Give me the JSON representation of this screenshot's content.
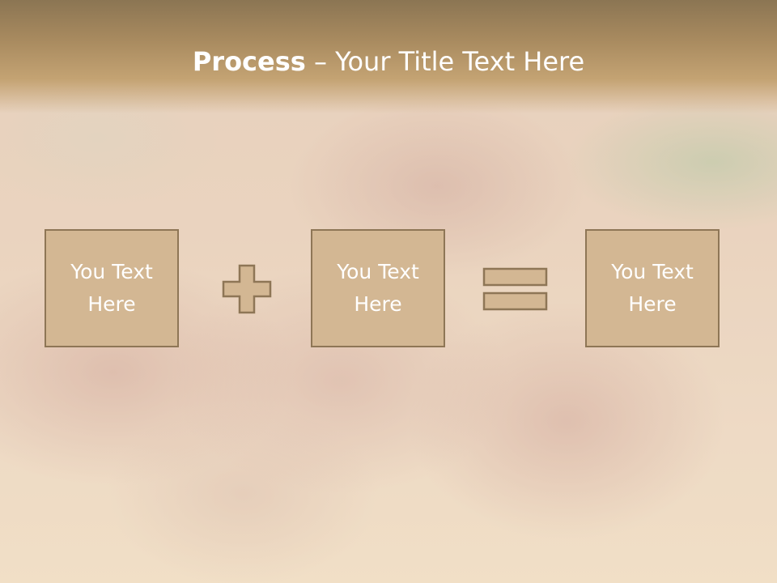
{
  "slide": {
    "title_bold": "Process",
    "title_separator": " – ",
    "title_rest": "Your Title Text Here"
  },
  "boxes": [
    {
      "line1": "You Text",
      "line2": "Here"
    },
    {
      "line1": "You Text",
      "line2": "Here"
    },
    {
      "line1": "You Text",
      "line2": "Here"
    }
  ],
  "operators": [
    "plus-icon",
    "equals-icon"
  ],
  "colors": {
    "box_fill": "#d3b793",
    "box_border": "#8e7656",
    "title_band": "#a88a5f",
    "text": "#ffffff"
  }
}
